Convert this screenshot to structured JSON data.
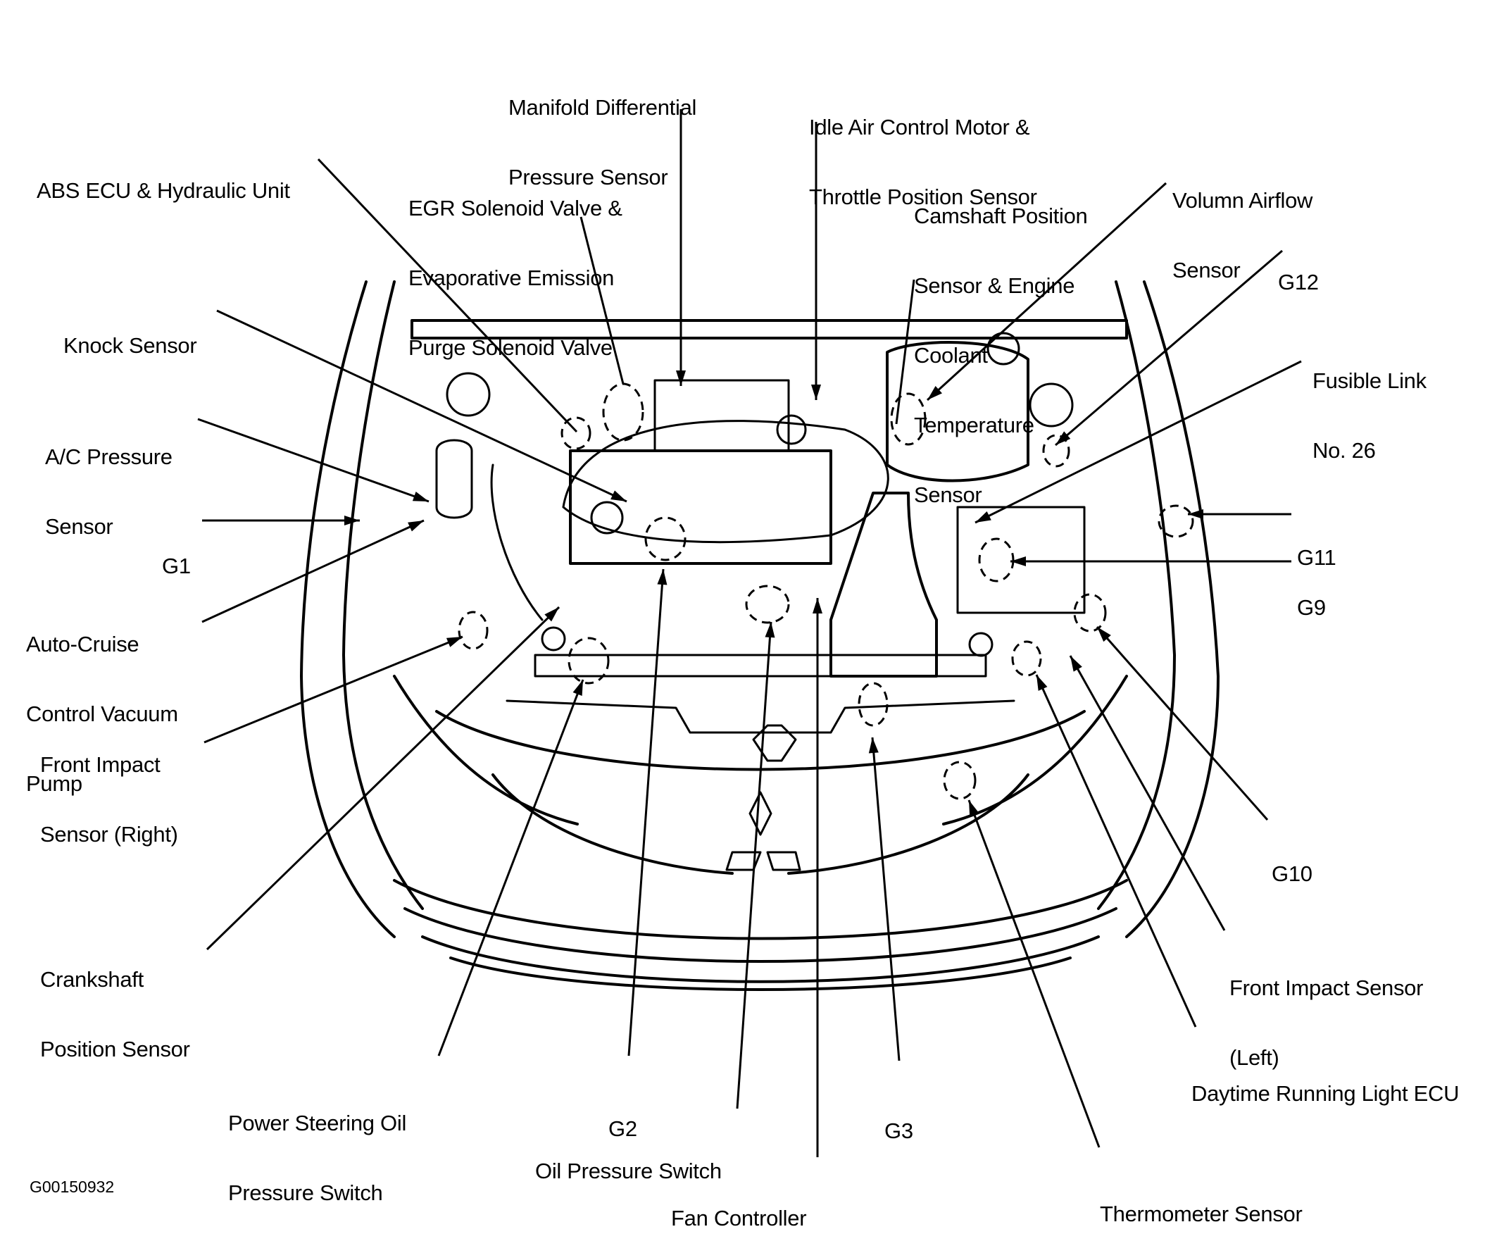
{
  "figure_id": "G00150932",
  "title": "Engine Compartment Component Locator",
  "labels": [
    {
      "key": "manifold_diff",
      "lines": [
        "Manifold Differential",
        "Pressure Sensor"
      ]
    },
    {
      "key": "idle_air",
      "lines": [
        "Idle Air Control Motor &",
        "Throttle Position Sensor"
      ]
    },
    {
      "key": "abs_ecu",
      "lines": [
        "ABS ECU & Hydraulic Unit"
      ]
    },
    {
      "key": "egr",
      "lines": [
        "EGR Solenoid Valve &",
        "Evaporative Emission",
        "Purge Solenoid Valve"
      ]
    },
    {
      "key": "camshaft",
      "lines": [
        "Camshaft Position",
        "Sensor & Engine",
        "Coolant",
        "Temperature",
        "Sensor"
      ]
    },
    {
      "key": "volumn_airflow",
      "lines": [
        "Volumn Airflow",
        "Sensor"
      ]
    },
    {
      "key": "g12",
      "lines": [
        "G12"
      ]
    },
    {
      "key": "fusible_link",
      "lines": [
        "Fusible Link",
        "No. 26"
      ]
    },
    {
      "key": "knock",
      "lines": [
        "Knock Sensor"
      ]
    },
    {
      "key": "ac_pressure",
      "lines": [
        "A/C Pressure",
        "Sensor"
      ]
    },
    {
      "key": "g1",
      "lines": [
        "G1"
      ]
    },
    {
      "key": "g11",
      "lines": [
        "G11"
      ]
    },
    {
      "key": "g9",
      "lines": [
        "G9"
      ]
    },
    {
      "key": "auto_cruise",
      "lines": [
        "Auto-Cruise",
        "Control Vacuum",
        "Pump"
      ]
    },
    {
      "key": "front_impact_right",
      "lines": [
        "Front Impact",
        "Sensor (Right)"
      ]
    },
    {
      "key": "g10",
      "lines": [
        "G10"
      ]
    },
    {
      "key": "crankshaft",
      "lines": [
        "Crankshaft",
        "Position Sensor"
      ]
    },
    {
      "key": "front_impact_left",
      "lines": [
        "Front Impact Sensor",
        "(Left)"
      ]
    },
    {
      "key": "daytime_running",
      "lines": [
        "Daytime Running Light ECU"
      ]
    },
    {
      "key": "power_steering",
      "lines": [
        "Power Steering Oil",
        "Pressure Switch"
      ]
    },
    {
      "key": "g2",
      "lines": [
        "G2"
      ]
    },
    {
      "key": "g3",
      "lines": [
        "G3"
      ]
    },
    {
      "key": "oil_pressure",
      "lines": [
        "Oil Pressure Switch"
      ]
    },
    {
      "key": "fan_controller",
      "lines": [
        "Fan Controller"
      ]
    },
    {
      "key": "thermometer",
      "lines": [
        "Thermometer Sensor"
      ]
    }
  ]
}
